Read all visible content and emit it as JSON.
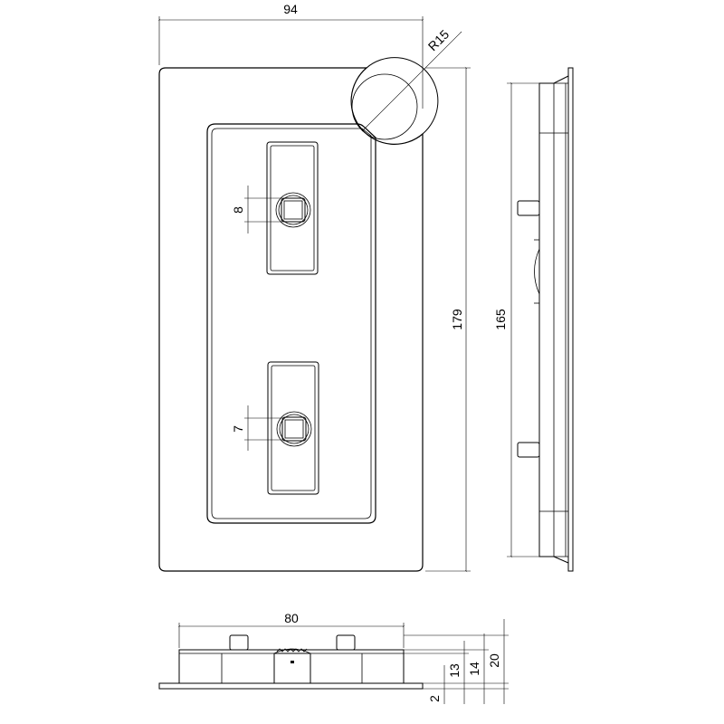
{
  "dimensions": {
    "overall_width": "94",
    "corner_radius": "R15",
    "overall_height": "179",
    "side_height": "165",
    "square_top": "8",
    "square_bottom": "7",
    "bottom_width": "80",
    "depth_20": "20",
    "depth_14": "14",
    "depth_13": "13",
    "plate_2": "2"
  }
}
